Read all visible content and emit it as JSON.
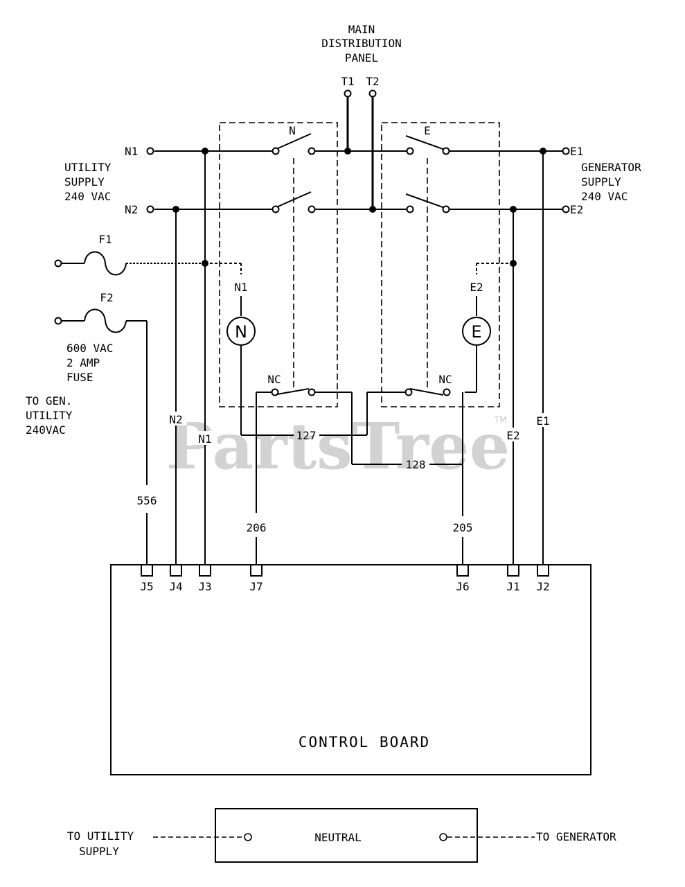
{
  "panel": {
    "line1": "MAIN",
    "line2": "DISTRIBUTION",
    "line3": "PANEL",
    "t1": "T1",
    "t2": "T2"
  },
  "switches": {
    "n": "N",
    "e": "E",
    "nc_left": "NC",
    "nc_right": "NC"
  },
  "utility": {
    "n1": "N1",
    "n2": "N2",
    "line1": "UTILITY",
    "line2": "SUPPLY",
    "line3": "240 VAC"
  },
  "generator": {
    "e1": "E1",
    "e2": "E2",
    "line1": "GENERATOR",
    "line2": "SUPPLY",
    "line3": "240 VAC"
  },
  "fuses": {
    "f1": "F1",
    "f2": "F2",
    "line1": "600 VAC",
    "line2": "2 AMP",
    "line3": "FUSE"
  },
  "to_gen": {
    "line1": "TO GEN.",
    "line2": "UTILITY",
    "line3": "240VAC"
  },
  "coils": {
    "n_label": "N1",
    "n_symbol": "N",
    "e_label": "E2",
    "e_symbol": "E"
  },
  "wires": {
    "n2": "N2",
    "n1": "N1",
    "e2": "E2",
    "e1": "E1",
    "w127": "127",
    "w128": "128",
    "w556": "556",
    "w206": "206",
    "w205": "205"
  },
  "connectors": [
    "J5",
    "J4",
    "J3",
    "J7",
    "J6",
    "J1",
    "J2"
  ],
  "control_board": "CONTROL BOARD",
  "neutral": {
    "label": "NEUTRAL",
    "to_utility_1": "TO UTILITY",
    "to_utility_2": "SUPPLY",
    "to_generator": "TO GENERATOR"
  },
  "watermark": {
    "text": "PartsTree",
    "tm": "TM"
  }
}
